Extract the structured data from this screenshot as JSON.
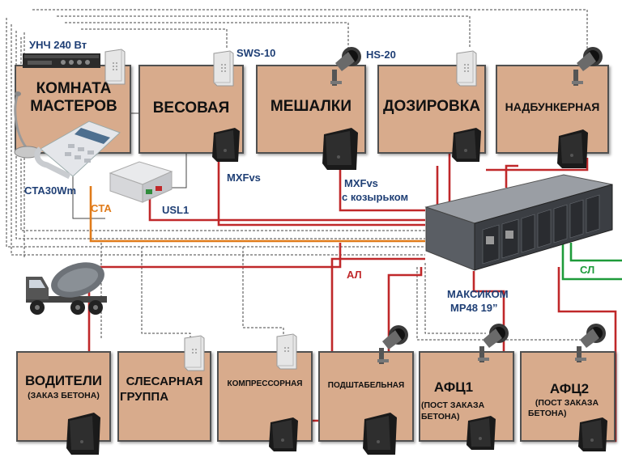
{
  "rooms": {
    "masters": {
      "line1": "КОМНАТА",
      "line2": "МАСТЕРОВ"
    },
    "vesovaya": {
      "name": "ВЕСОВАЯ"
    },
    "meshalki": {
      "name": "МЕШАЛКИ"
    },
    "dozirovka": {
      "name": "ДОЗИРОВКА"
    },
    "nadbunker": {
      "name": "НАДБУНКЕРНАЯ"
    },
    "voditeli": {
      "name": "ВОДИТЕЛИ",
      "sub": "(ЗАКАЗ БЕТОНА)"
    },
    "slesarnaya": {
      "line1": "СЛЕСАРНАЯ",
      "line2": "ГРУППА"
    },
    "kompressor": {
      "name": "КОМПРЕССОРНАЯ"
    },
    "podshtab": {
      "name": "ПОДШТАБЕЛЬНАЯ"
    },
    "afc1": {
      "name": "АФЦ1",
      "sub1": "(ПОСТ ЗАКАЗА",
      "sub2": "БЕТОНА)"
    },
    "afc2": {
      "name": "АФЦ2",
      "sub1": "(ПОСТ ЗАКАЗА",
      "sub2": "БЕТОНА)"
    }
  },
  "labels": {
    "unch": "УНЧ 240 Вт",
    "sws": "SWS-10",
    "hs": "HS-20",
    "mxfvs": "MXFvs",
    "mxfvs_visor_1": "MXFvs",
    "mxfvs_visor_2": "с козырьком",
    "cta30": "CTA30Wm",
    "cta": "CTA",
    "usl1": "USL1",
    "al": "АЛ",
    "sl": "СЛ",
    "maxicom_1": "МАКСИКОМ",
    "maxicom_2": "МР48 19”"
  },
  "colors": {
    "room_fill": "#d8ab8c",
    "room_border": "#505050",
    "wire_red": "#c0282a",
    "wire_orange": "#e07b1a",
    "wire_green": "#1e9b3a",
    "label_blue": "#1f3f75"
  },
  "icons": [
    "amplifier-icon",
    "wall-speaker-icon",
    "horn-speaker-icon",
    "box-speaker-icon",
    "desk-phone-icon",
    "gooseneck-mic-icon",
    "usl1-box-icon",
    "maxicom-rack-icon",
    "concrete-mixer-truck-icon"
  ]
}
